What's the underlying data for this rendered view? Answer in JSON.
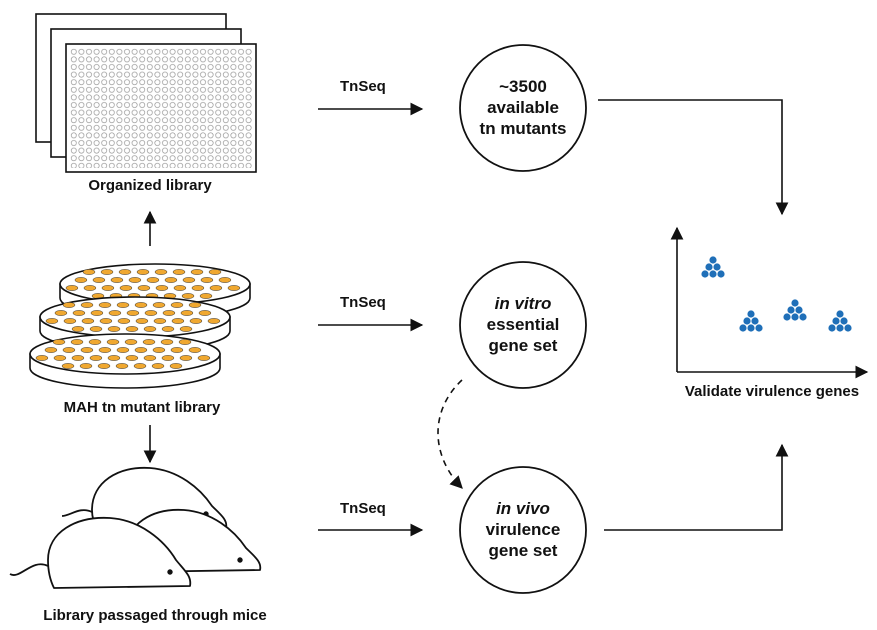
{
  "library": {
    "organized_label": "Organized library",
    "mutant_label": "MAH tn mutant library",
    "mice_label": "Library passaged through mice"
  },
  "steps": [
    {
      "method": "TnSeq",
      "line1": "~3500",
      "line1_italic": false,
      "line2": "available",
      "line3": "tn mutants"
    },
    {
      "method": "TnSeq",
      "line1": "in vitro",
      "line1_italic": true,
      "line2": "essential",
      "line3": "gene set"
    },
    {
      "method": "TnSeq",
      "line1": "in vivo",
      "line1_italic": true,
      "line2": "virulence",
      "line3": "gene set"
    }
  ],
  "result": {
    "label": "Validate virulence genes",
    "dot_color": "#1f6fb8"
  },
  "colors": {
    "colony": "#f0a830",
    "stroke": "#111111"
  }
}
